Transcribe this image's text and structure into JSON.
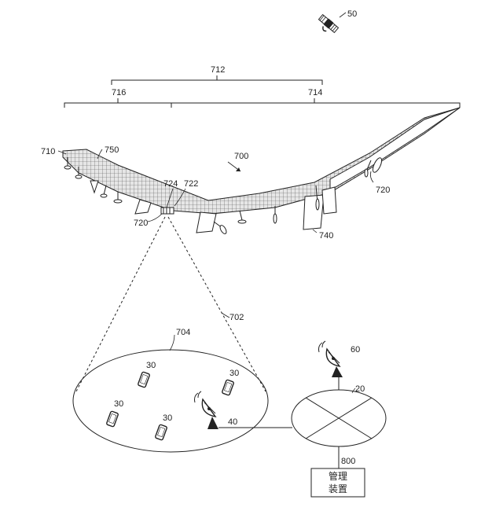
{
  "labels": {
    "satellite": "50",
    "span_total": "712",
    "span_left": "716",
    "span_right": "714",
    "wing_tip": "710",
    "solar_panel": "750",
    "aircraft": "700",
    "antenna_ref": "724",
    "payload_ref": "722",
    "prop_right": "720",
    "prop_left": "720",
    "pod": "740",
    "beam": "702",
    "cell": "704",
    "ue_1": "30",
    "ue_2": "30",
    "ue_3": "30",
    "ue_4": "30",
    "ground_station": "40",
    "network": "20",
    "uplink_station": "60",
    "management_line1": "管理",
    "management_line2": "装置",
    "management_ref": "800"
  },
  "colors": {
    "line": "#222222",
    "panel_fill": "#d9d9d9"
  },
  "icons": [
    "satellite-icon",
    "phone-icon",
    "dish-antenna-icon",
    "propeller-icon"
  ]
}
